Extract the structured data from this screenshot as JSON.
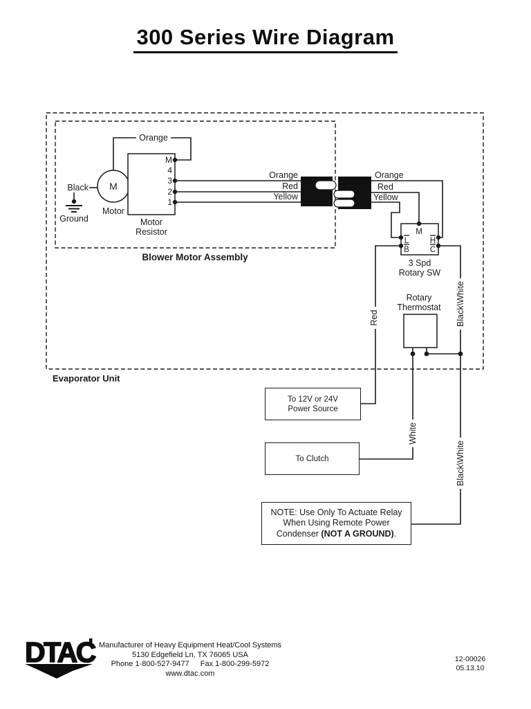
{
  "title": "300 Series Wire Diagram",
  "diagram": {
    "evaporator_label": "Evaporator Unit",
    "blower_label": "Blower Motor Assembly",
    "motor": {
      "symbol": "M",
      "label": "Motor",
      "black_wire": "Black",
      "ground_label": "Ground",
      "orange_loop": "Orange"
    },
    "resistor": {
      "label_line1": "Motor",
      "label_line2": "Resistor",
      "pins": [
        "M",
        "4",
        "3",
        "2",
        "1"
      ]
    },
    "left_wires": {
      "orange": "Orange",
      "red": "Red",
      "yellow": "Yellow"
    },
    "right_wires": {
      "orange": "Orange",
      "red": "Red",
      "yellow": "Yellow"
    },
    "switch": {
      "terminal_m": "M",
      "terminal_l": "L",
      "terminal_h": "H",
      "terminal_b": "B",
      "terminal_c": "C",
      "label_line1": "3 Spd",
      "label_line2": "Rotary SW"
    },
    "thermostat": {
      "label_line1": "Rotary",
      "label_line2": "Thermostat"
    },
    "vertical_labels": {
      "red": "Red",
      "blackwhite_upper": "Black\\White",
      "white": "White",
      "blackwhite_lower": "Black\\White"
    },
    "power_box": {
      "line1": "To 12V or 24V",
      "line2": "Power Source"
    },
    "clutch_box": {
      "label": "To Clutch"
    },
    "note_box": {
      "line1": "NOTE: Use Only To Actuate Relay",
      "line2": "When Using Remote Power",
      "line3_prefix": "Condenser ",
      "line3_bold": "(NOT A GROUND)",
      "line3_suffix": "."
    }
  },
  "footer": {
    "logo_text": "DTAC",
    "line1": "Manufacturer of Heavy Equipment Heat/Cool Systems",
    "line2": "5130 Edgefield Ln, TX 76065 USA",
    "phone": "Phone 1-800-527-9477",
    "fax": "Fax 1-800-299-5972",
    "website": "www.dtac.com",
    "doc_number": "12-00026",
    "doc_date": "05.13.10"
  },
  "colors": {
    "ink": "#1a1a1a",
    "paper": "#ffffff"
  }
}
